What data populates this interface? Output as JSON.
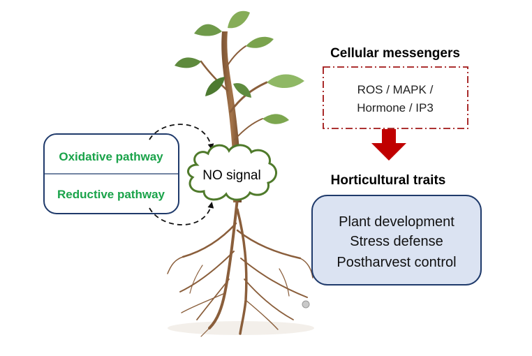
{
  "pathways": {
    "oxidative": "Oxidative pathway",
    "reductive": "Reductive pathway"
  },
  "signal": {
    "label": "NO signal"
  },
  "messengers": {
    "heading": "Cellular messengers",
    "line1": "ROS / MAPK /",
    "line2": "Hormone / IP3"
  },
  "traits": {
    "heading": "Horticultural traits",
    "line1": "Plant development",
    "line2": "Stress defense",
    "line3": "Postharvest control"
  },
  "colors": {
    "pathway_text": "#1aa34a",
    "box_border": "#1f3a6b",
    "messenger_border": "#a01515",
    "arrow": "#c00000",
    "traits_fill": "#dbe3f2",
    "cloud_border": "#4f7a2b"
  }
}
